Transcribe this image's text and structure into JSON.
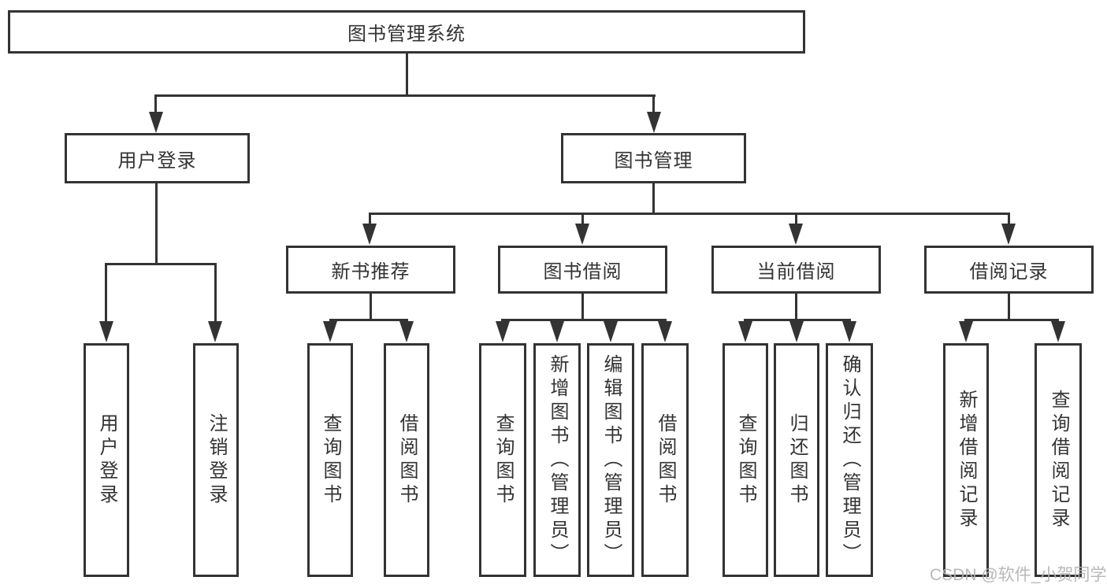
{
  "tree": {
    "label": "图书管理系统",
    "children": [
      {
        "label": "用户登录",
        "children": [
          {
            "label": "用户登录"
          },
          {
            "label": "注销登录"
          }
        ]
      },
      {
        "label": "图书管理",
        "children": [
          {
            "label": "新书推荐",
            "children": [
              {
                "label": "查询图书"
              },
              {
                "label": "借阅图书"
              }
            ]
          },
          {
            "label": "图书借阅",
            "children": [
              {
                "label": "查询图书"
              },
              {
                "label": "新增图书（管理员）"
              },
              {
                "label": "编辑图书（管理员）"
              },
              {
                "label": "借阅图书"
              }
            ]
          },
          {
            "label": "当前借阅",
            "children": [
              {
                "label": "查询图书"
              },
              {
                "label": "归还图书"
              },
              {
                "label": "确认归还（管理员）"
              }
            ]
          },
          {
            "label": "借阅记录",
            "children": [
              {
                "label": "新增借阅记录"
              },
              {
                "label": "查询借阅记录"
              }
            ]
          }
        ]
      }
    ]
  },
  "watermark": "CSDN @软件_小贺同学",
  "colors": {
    "line": "#333333",
    "text": "#333333",
    "box_fill": "#ffffff",
    "watermark": "#b2b2b2",
    "background": "#ffffff"
  }
}
